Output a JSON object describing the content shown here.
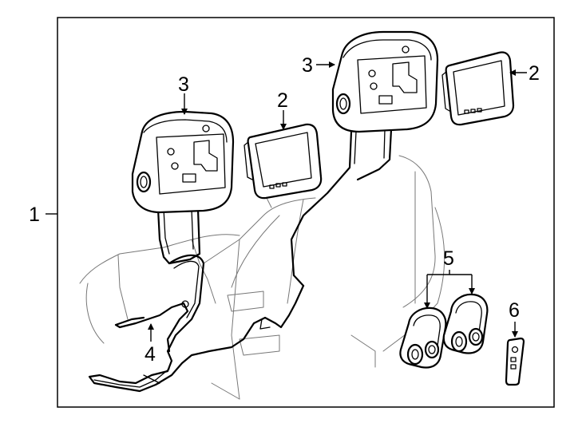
{
  "diagram": {
    "callouts": {
      "assembly": "1",
      "monitor_right": "2",
      "monitor_left": "2",
      "headrest_left": "3",
      "headrest_right": "3",
      "harness": "4",
      "headphones": "5",
      "remote": "6"
    }
  }
}
